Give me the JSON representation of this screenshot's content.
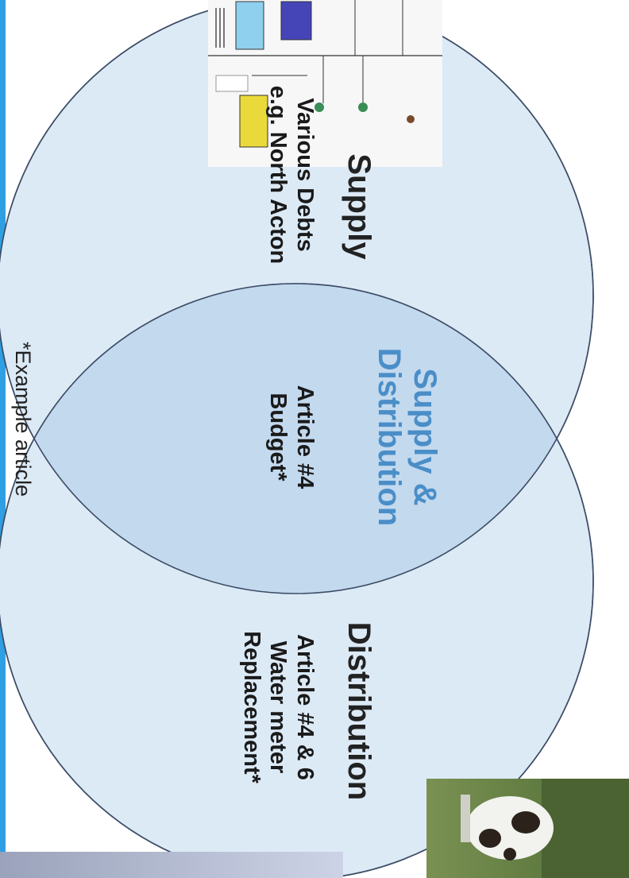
{
  "venn": {
    "left_title": "Supply",
    "left_lines": [
      "Various Debts",
      "e.g. North Acton"
    ],
    "center_title_lines": [
      "Supply &",
      "Distribution"
    ],
    "center_lines": [
      "Article #4",
      "Budget*"
    ],
    "right_title": "Distribution",
    "right_lines": [
      "Article #4 & 6",
      "Water meter",
      "Replacement*"
    ],
    "footnote": "*Example article"
  },
  "colors": {
    "circle_fill": "#dceaf6",
    "overlap_fill": "#c5dbef",
    "circle_stroke": "#3d4d66",
    "title_dark": "#222222",
    "title_blue": "#4a8ec8",
    "accent_bar": "#2f9fe3"
  }
}
